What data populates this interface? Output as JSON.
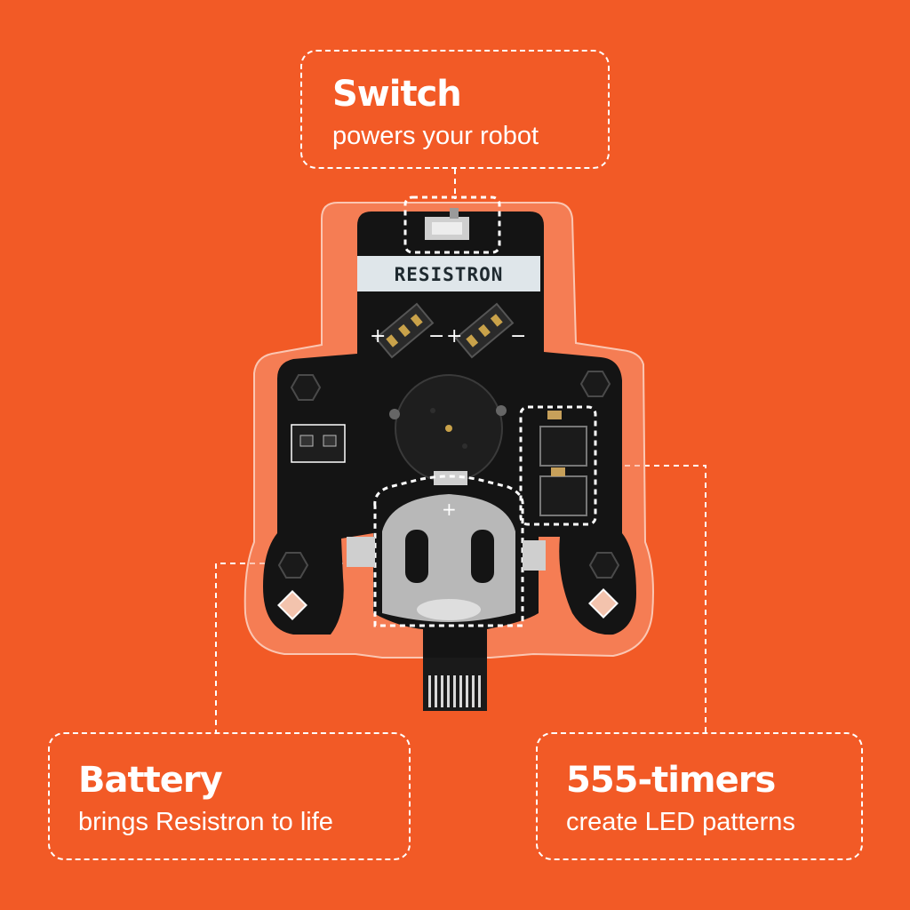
{
  "board": {
    "label": "RESISTRON"
  },
  "callouts": {
    "switch": {
      "title": "Switch",
      "description": "powers your robot"
    },
    "battery": {
      "title": "Battery",
      "description": "brings Resistron to life"
    },
    "timers": {
      "title": "555-timers",
      "description": "create LED patterns"
    }
  },
  "colors": {
    "background": "#f25a26",
    "pcb": "#141414",
    "acrylic": "#f79a7a",
    "label_plate": "#dfe6ea",
    "callout_line": "#ffffff"
  }
}
